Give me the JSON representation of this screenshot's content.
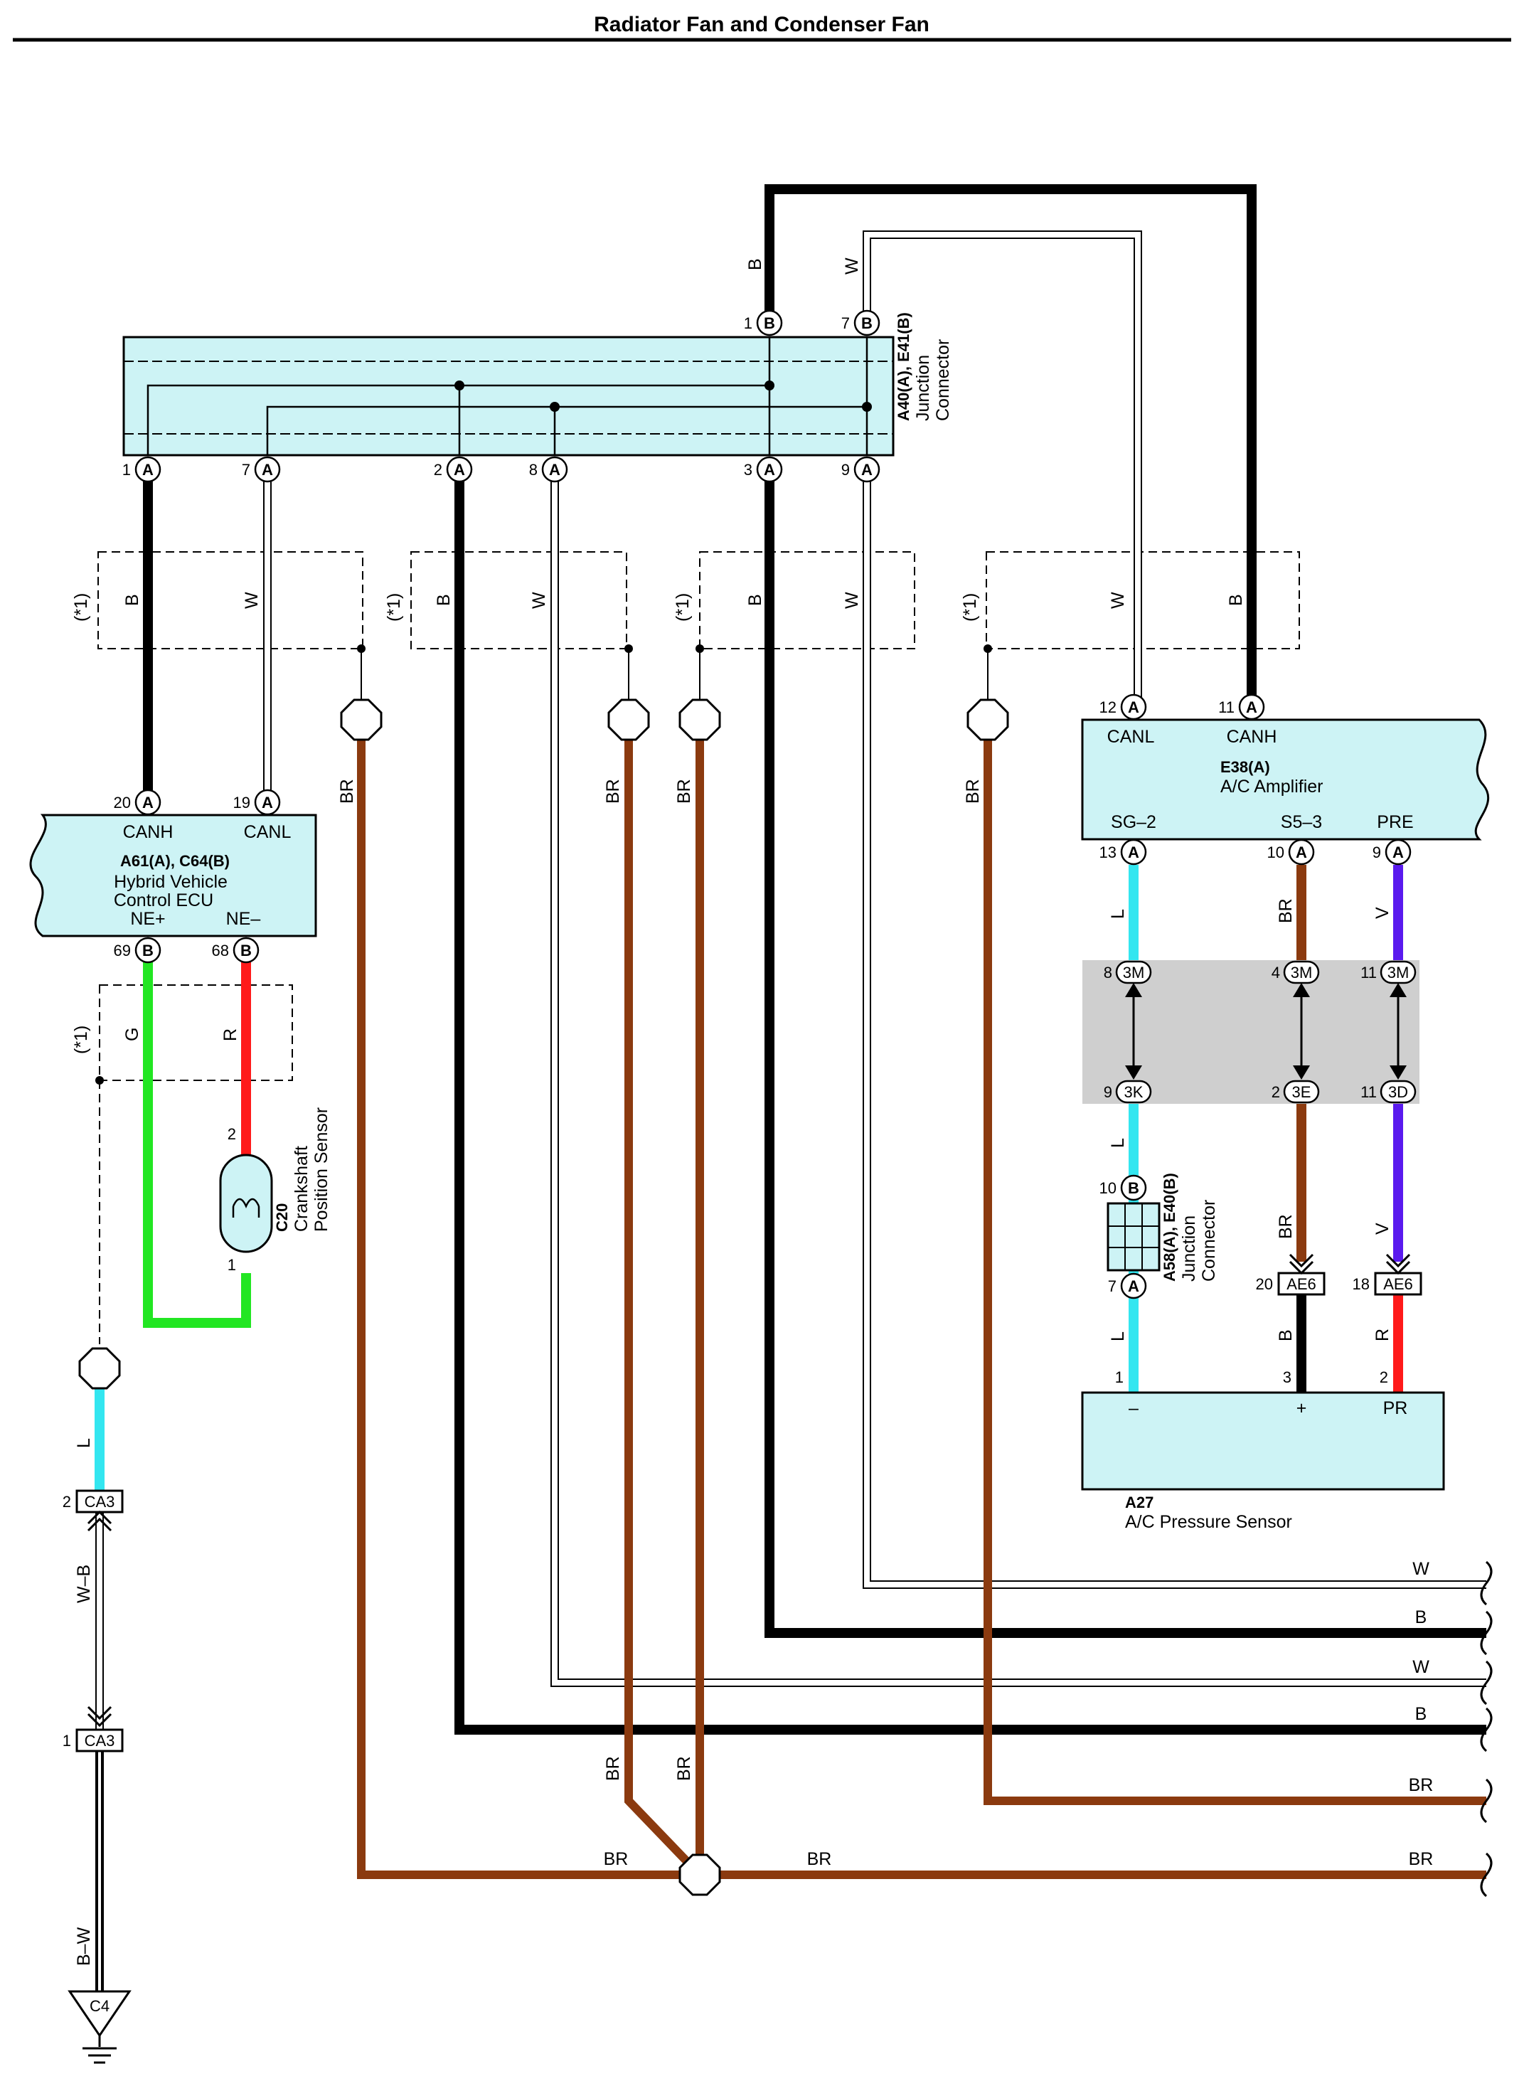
{
  "title": "Radiator Fan and Condenser Fan",
  "colors": {
    "B": "#000000",
    "W": "#ffffff",
    "BR": "#8b3a0f",
    "L": "#33e6f0",
    "G": "#22e622",
    "R": "#ff1a1a",
    "V": "#5a1aee",
    "component_fill": "#cdf3f5",
    "connector_band": "#cfcfcf"
  },
  "components": {
    "junction_top": {
      "code": "A40(A), E41(B)",
      "line1": "Junction",
      "line2": "Connector"
    },
    "hv_ecu": {
      "code": "A61(A), C64(B)",
      "line1": "Hybrid Vehicle",
      "line2": "Control ECU",
      "t_canh": "CANH",
      "t_canl": "CANL",
      "t_nep": "NE+",
      "t_nem": "NE–"
    },
    "ac_amp": {
      "code": "E38(A)",
      "name": "A/C Amplifier",
      "t_canl": "CANL",
      "t_canh": "CANH",
      "t_sg2": "SG–2",
      "t_s53": "S5–3",
      "t_pre": "PRE"
    },
    "crank": {
      "code": "C20",
      "line1": "Crankshaft",
      "line2": "Position Sensor"
    },
    "junction_mid": {
      "code": "A58(A), E40(B)",
      "line1": "Junction",
      "line2": "Connector"
    },
    "pressure": {
      "code": "A27",
      "name": "A/C Pressure Sensor",
      "t_minus": "–",
      "t_plus": "+",
      "t_pr": "PR"
    }
  },
  "pins": {
    "j_top_1": "1",
    "j_top_7": "7",
    "j_bot_1": "1",
    "j_bot_7": "7",
    "j_bot_2": "2",
    "j_bot_8": "8",
    "j_bot_3": "3",
    "j_bot_9": "9",
    "ecu_20": "20",
    "ecu_19": "19",
    "ecu_69": "69",
    "ecu_68": "68",
    "amp_12": "12",
    "amp_11": "11",
    "amp_13": "13",
    "amp_10": "10",
    "amp_9": "9",
    "crank_2": "2",
    "crank_1": "1",
    "c3m_8": "8",
    "c3m_4": "4",
    "c3m_11": "11",
    "c3k_9": "9",
    "c3e_2": "2",
    "c3d_11": "11",
    "jm_10": "10",
    "jm_7": "7",
    "ae6_20": "20",
    "ae6_18": "18",
    "ps_1": "1",
    "ps_3": "3",
    "ps_2": "2",
    "ca3_2": "2",
    "ca3_1": "1"
  },
  "pin_letters": {
    "A": "A",
    "B": "B"
  },
  "connectors": {
    "c3m": "3M",
    "c3k": "3K",
    "c3e": "3E",
    "c3d": "3D",
    "ae6": "AE6",
    "ca3": "CA3",
    "c4": "C4"
  },
  "wire_labels": {
    "B": "B",
    "W": "W",
    "BR": "BR",
    "L": "L",
    "G": "G",
    "R": "R",
    "V": "V",
    "W_B": "W–B",
    "B_W": "B–W"
  },
  "shield_note": "(*1)"
}
